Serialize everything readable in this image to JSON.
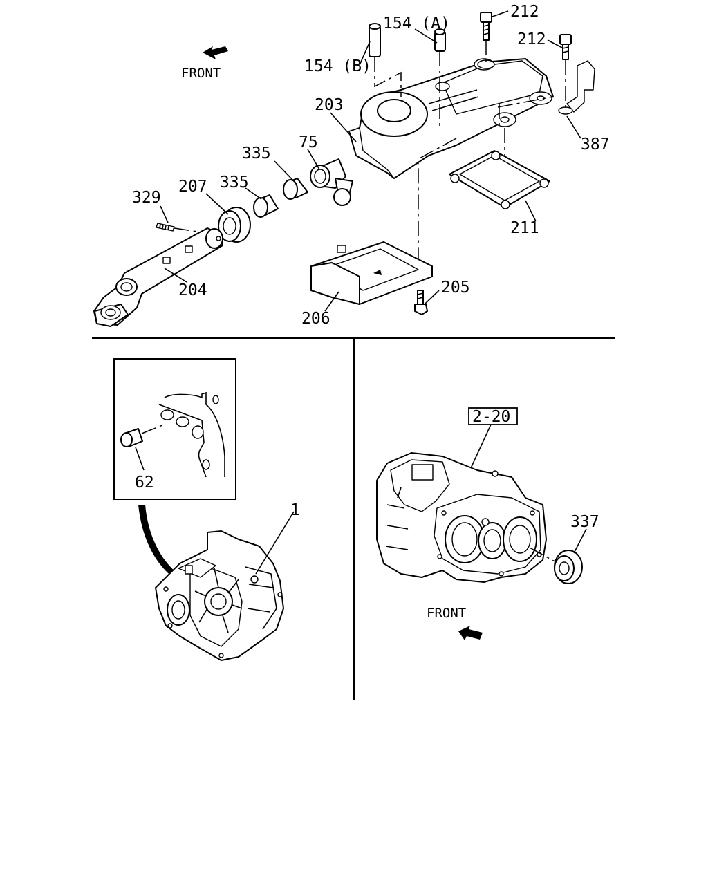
{
  "front_labels": {
    "top": "FRONT",
    "bottom_right": "FRONT"
  },
  "part_labels": {
    "p154b": "154 (B)",
    "p154a": "154 (A)",
    "p212a": "212",
    "p212b": "212",
    "p203": "203",
    "p387": "387",
    "p75": "75",
    "p335a": "335",
    "p335b": "335",
    "p207": "207",
    "p329": "329",
    "p211": "211",
    "p204": "204",
    "p205": "205",
    "p206": "206",
    "p62": "62",
    "p1": "1",
    "ref_2_20": "2-20",
    "p337": "337"
  },
  "icons": {
    "front_arrow": "front-arrow-icon"
  }
}
